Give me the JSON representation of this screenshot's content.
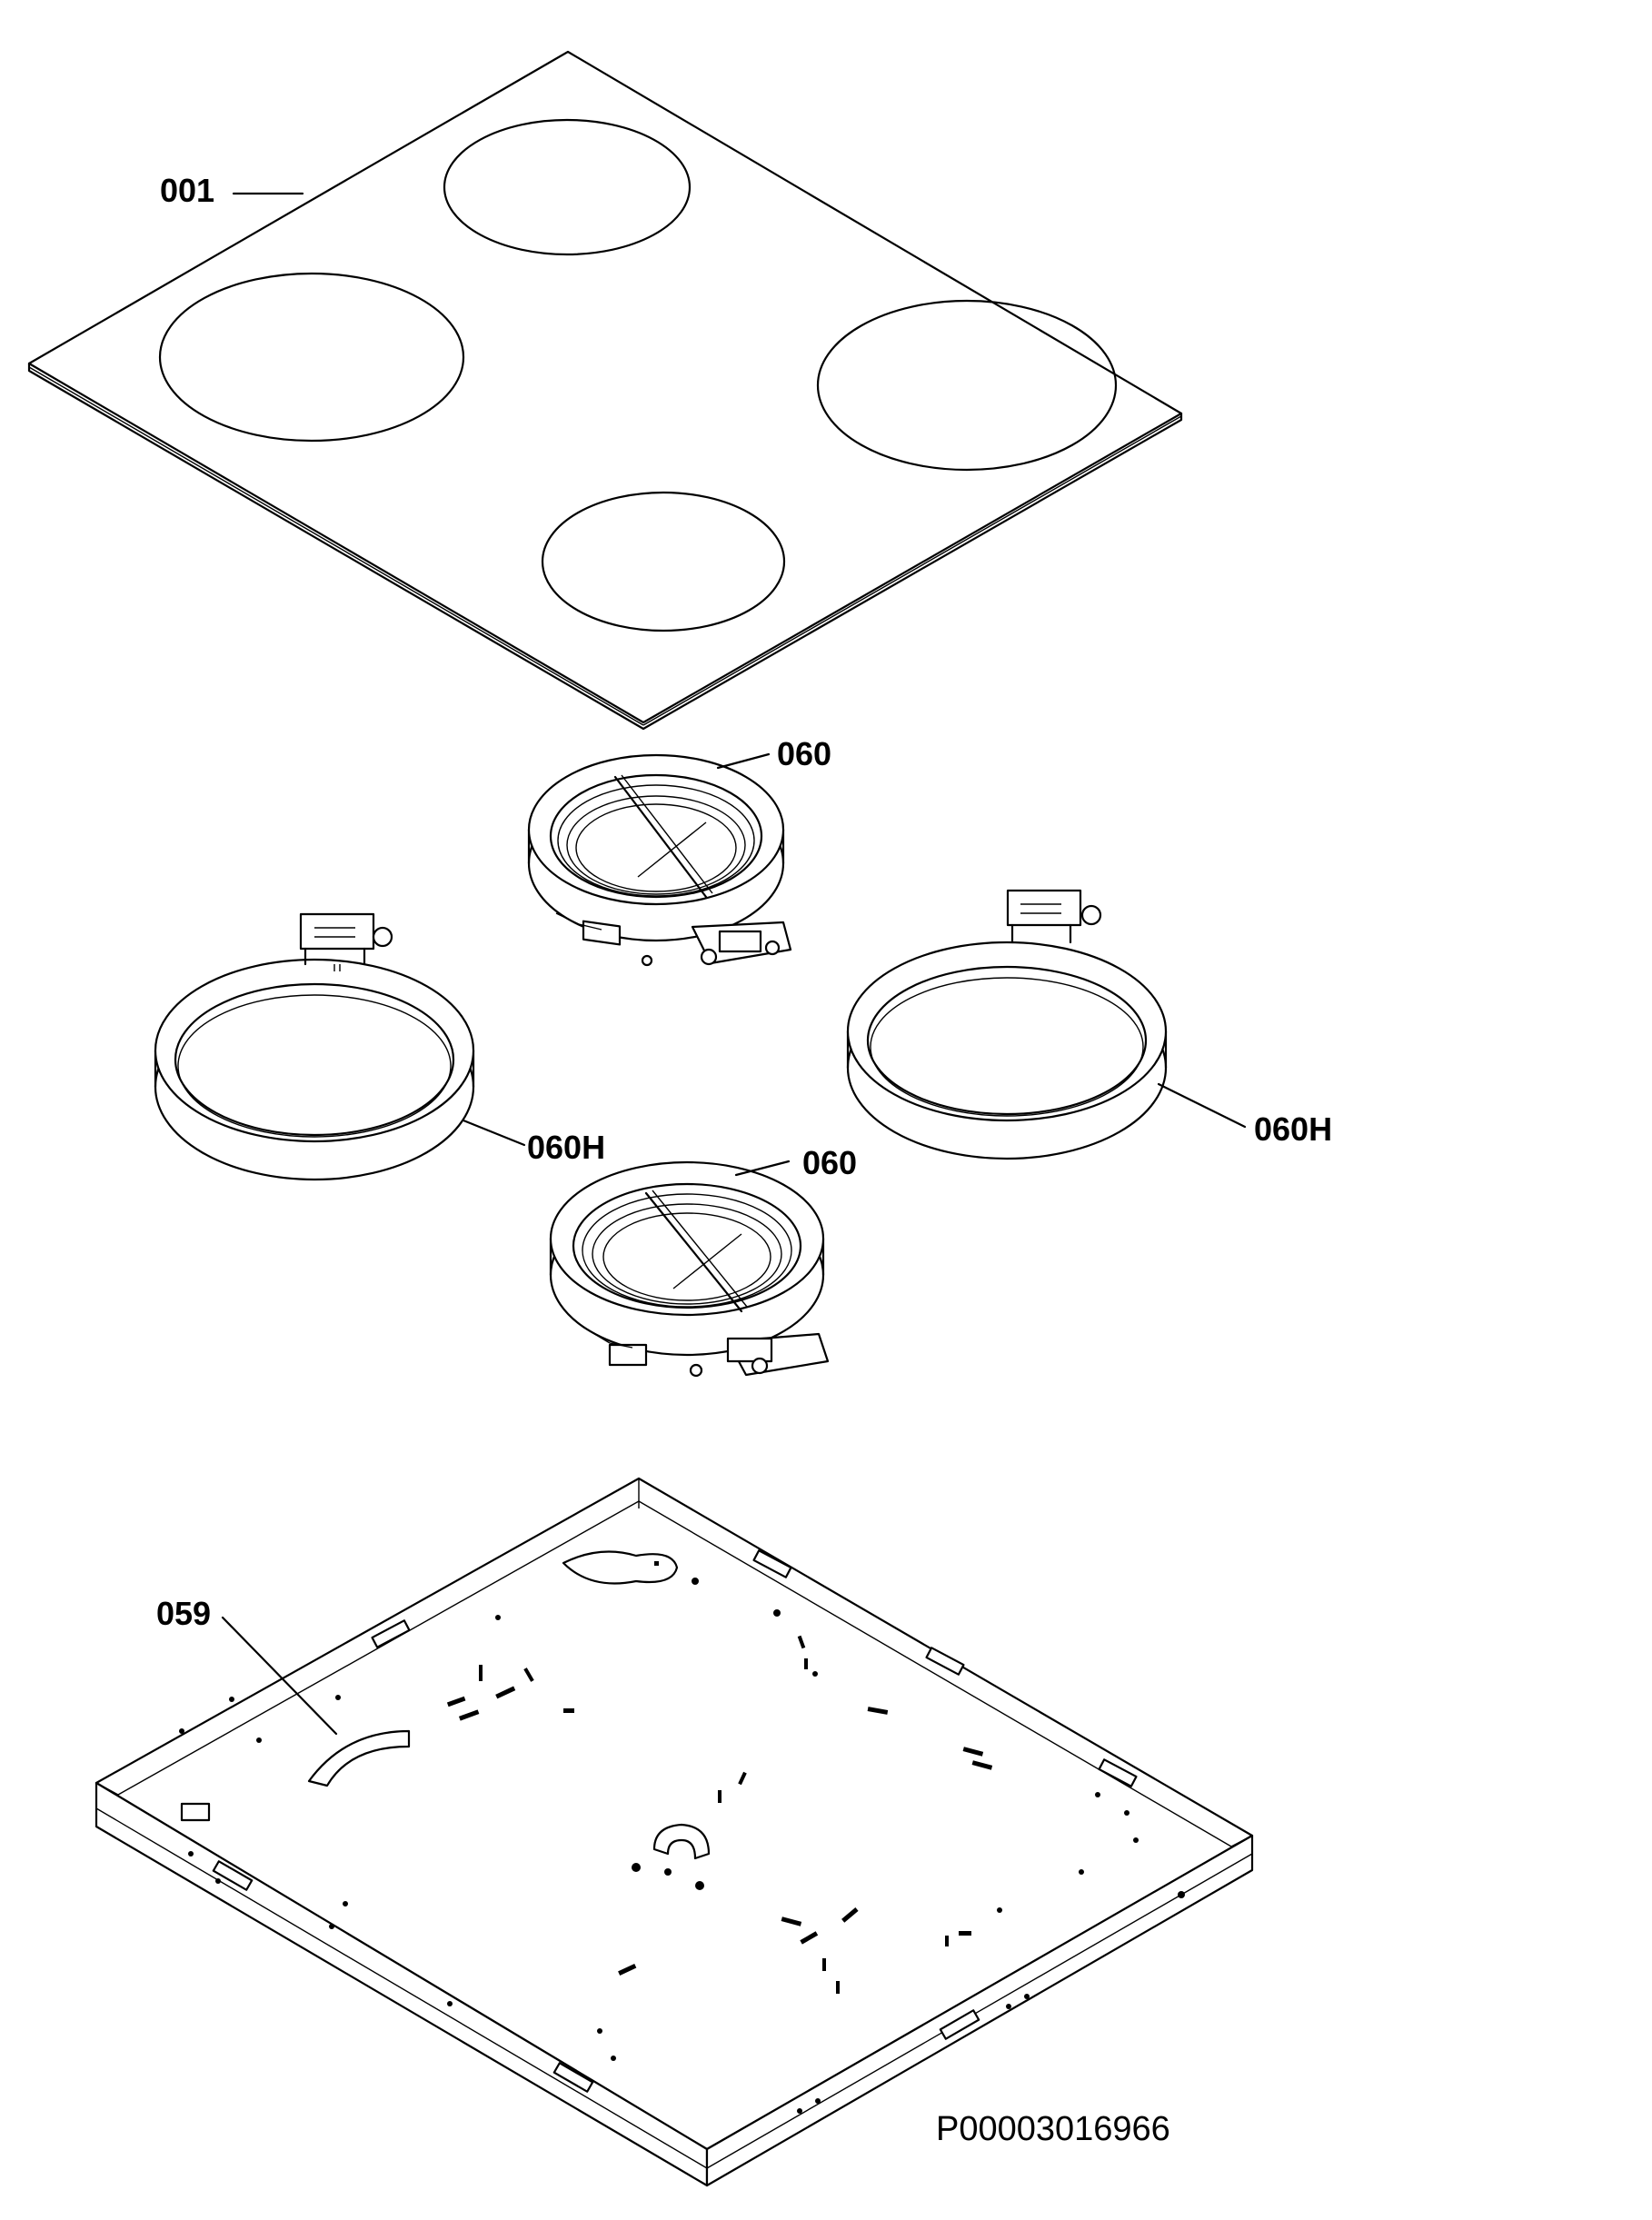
{
  "diagram": {
    "labels": {
      "cooktop_glass": "001",
      "heating_element_rear": "060",
      "heating_element_left": "060H",
      "heating_element_right": "060H",
      "heating_element_front": "060",
      "base_tray": "059"
    },
    "document_id": "P00003016966"
  }
}
